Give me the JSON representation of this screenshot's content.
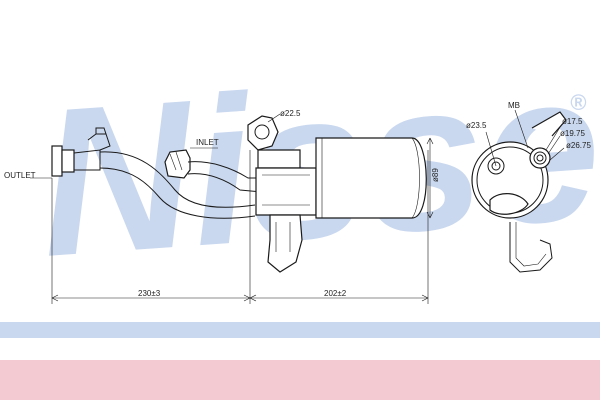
{
  "watermark": {
    "text": "Nissens",
    "registered": "®",
    "color": "#c9d8ef"
  },
  "bands": {
    "blue": "#c9d8ef",
    "pink": "#f3c9d2"
  },
  "callouts": {
    "outlet": "OUTLET",
    "inlet": "INLET",
    "mb": "MB"
  },
  "dimensions": {
    "inlet_port_dia": "ø22.5",
    "body_dia": "ø89",
    "length_left": "230±3",
    "length_right": "202±2",
    "end_dia_a": "ø23.5",
    "end_dia_b": "ø17.5",
    "end_dia_c": "ø19.75",
    "end_dia_d": "ø26.75"
  }
}
